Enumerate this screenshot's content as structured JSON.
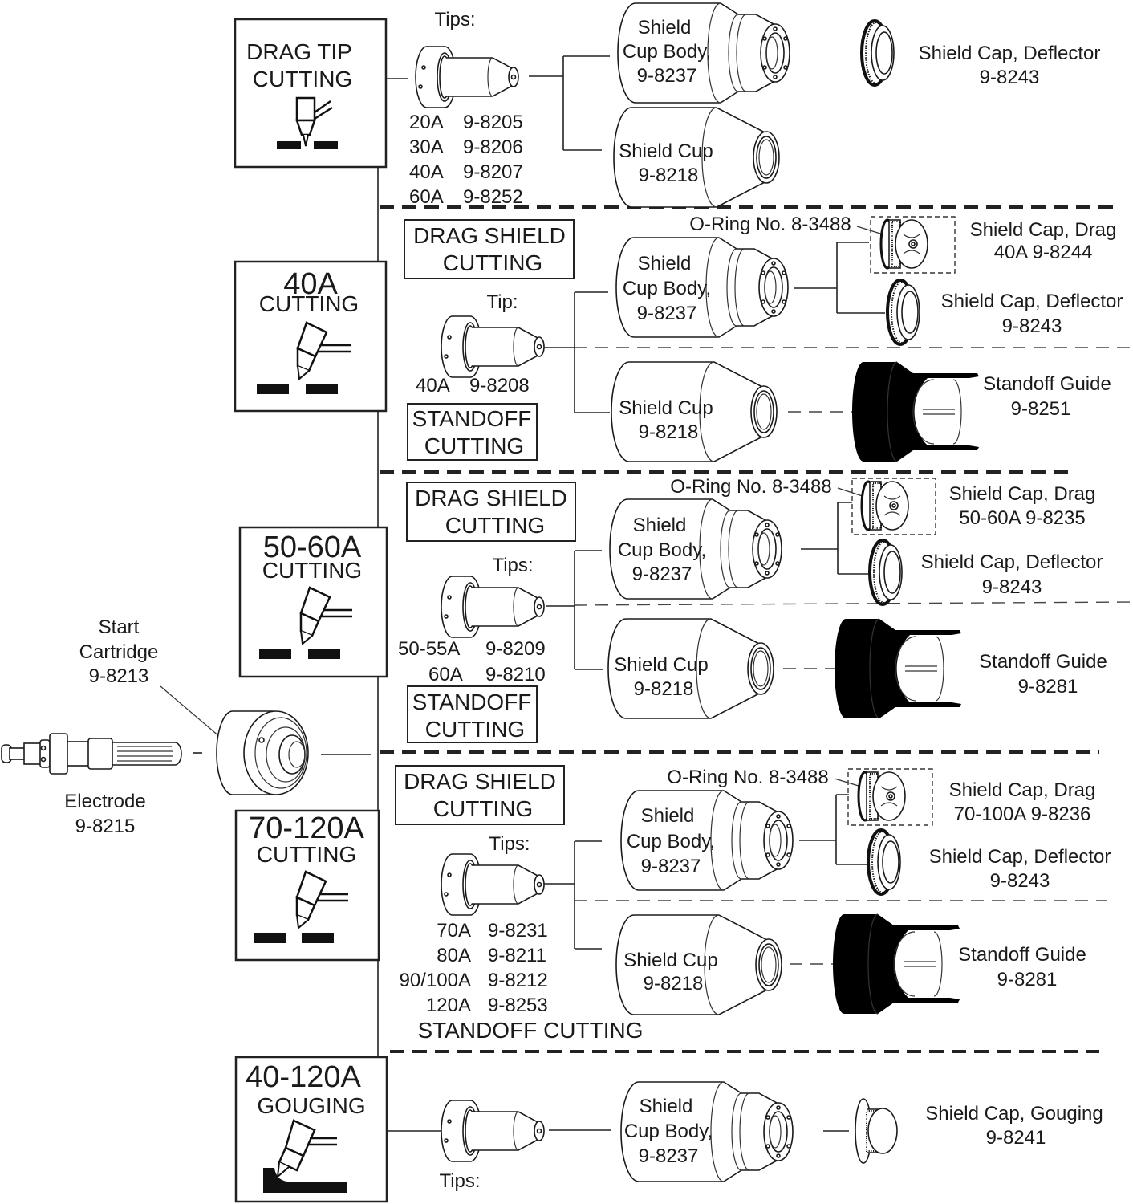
{
  "colors": {
    "ink": "#1a1a1a",
    "standoff_guide_highlight": "#d92b2b"
  },
  "left": {
    "start_cartridge": {
      "line1": "Start",
      "line2": "Cartridge",
      "part": "9-8213"
    },
    "electrode": {
      "line1": "Electrode",
      "part": "9-8215"
    }
  },
  "sections": [
    {
      "id": "drag-tip",
      "box": {
        "line1": "DRAG TIP",
        "line2": "CUTTING",
        "icon": "drag-torch-icon"
      },
      "tips_label": "Tips:",
      "tips": [
        {
          "amps": "20A",
          "part": "9-8205"
        },
        {
          "amps": "30A",
          "part": "9-8206"
        },
        {
          "amps": "40A",
          "part": "9-8207"
        },
        {
          "amps": "60A",
          "part": "9-8252"
        }
      ],
      "cup_body": {
        "line1": "Shield",
        "line2": "Cup Body,",
        "part": "9-8237"
      },
      "shield_cup": {
        "line1": "Shield Cup",
        "part": "9-8218"
      },
      "deflector": {
        "line1": "Shield Cap, Deflector",
        "part": "9-8243"
      }
    },
    {
      "id": "40a",
      "box": {
        "line1": "40A",
        "line2": "CUTTING",
        "icon": "angled-torch-icon"
      },
      "drag_label": {
        "line1": "DRAG SHIELD",
        "line2": "CUTTING"
      },
      "standoff_label": {
        "line1": "STANDOFF",
        "line2": "CUTTING"
      },
      "tips_label": "Tip:",
      "tips": [
        {
          "amps": "40A",
          "part": "9-8208"
        }
      ],
      "oring": "O-Ring No. 8-3488",
      "cup_body": {
        "line1": "Shield",
        "line2": "Cup Body,",
        "part": "9-8237"
      },
      "drag_cap": {
        "line1": "Shield Cap, Drag",
        "line2": "40A  9-8244"
      },
      "deflector": {
        "line1": "Shield Cap, Deflector",
        "part": "9-8243"
      },
      "shield_cup": {
        "line1": "Shield Cup",
        "part": "9-8218"
      },
      "standoff_guide": {
        "line1": "Standoff Guide",
        "part": "9-8251",
        "highlighted": true
      }
    },
    {
      "id": "50-60a",
      "box": {
        "line1": "50-60A",
        "line2": "CUTTING",
        "icon": "angled-torch-icon"
      },
      "drag_label": {
        "line1": "DRAG SHIELD",
        "line2": "CUTTING"
      },
      "standoff_label": {
        "line1": "STANDOFF",
        "line2": "CUTTING"
      },
      "tips_label": "Tips:",
      "tips": [
        {
          "amps": "50-55A",
          "part": "9-8209"
        },
        {
          "amps": "60A",
          "part": "9-8210"
        }
      ],
      "oring": "O-Ring No. 8-3488",
      "cup_body": {
        "line1": "Shield",
        "line2": "Cup Body,",
        "part": "9-8237"
      },
      "drag_cap": {
        "line1": "Shield Cap, Drag",
        "line2": "50-60A  9-8235"
      },
      "deflector": {
        "line1": "Shield Cap, Deflector",
        "part": "9-8243"
      },
      "shield_cup": {
        "line1": "Shield Cup",
        "part": "9-8218"
      },
      "standoff_guide": {
        "line1": "Standoff Guide",
        "part": "9-8281",
        "highlighted": false
      }
    },
    {
      "id": "70-120a",
      "box": {
        "line1": "70-120A",
        "line2": "CUTTING",
        "icon": "angled-torch-icon"
      },
      "drag_label": {
        "line1": "DRAG SHIELD",
        "line2": "CUTTING"
      },
      "standoff_label": {
        "line1": "STANDOFF  CUTTING"
      },
      "tips_label": "Tips:",
      "tips": [
        {
          "amps": "70A",
          "part": "9-8231"
        },
        {
          "amps": "80A",
          "part": "9-8211"
        },
        {
          "amps": "90/100A",
          "part": "9-8212"
        },
        {
          "amps": "120A",
          "part": "9-8253"
        }
      ],
      "oring": "O-Ring No. 8-3488",
      "cup_body": {
        "line1": "Shield",
        "line2": "Cup Body,",
        "part": "9-8237"
      },
      "drag_cap": {
        "line1": "Shield Cap, Drag",
        "line2": "70-100A  9-8236"
      },
      "deflector": {
        "line1": "Shield Cap, Deflector",
        "part": "9-8243"
      },
      "shield_cup": {
        "line1": "Shield Cup",
        "part": "9-8218"
      },
      "standoff_guide": {
        "line1": "Standoff Guide",
        "part": "9-8281",
        "highlighted": false
      }
    },
    {
      "id": "gouging",
      "box": {
        "line1": "40-120A",
        "line2": "GOUGING",
        "icon": "gouging-torch-icon"
      },
      "tips_label": "Tips:",
      "cup_body": {
        "line1": "Shield",
        "line2": "Cup Body,",
        "part": "9-8237"
      },
      "gouging_cap": {
        "line1": "Shield Cap, Gouging",
        "part": "9-8241"
      }
    }
  ]
}
